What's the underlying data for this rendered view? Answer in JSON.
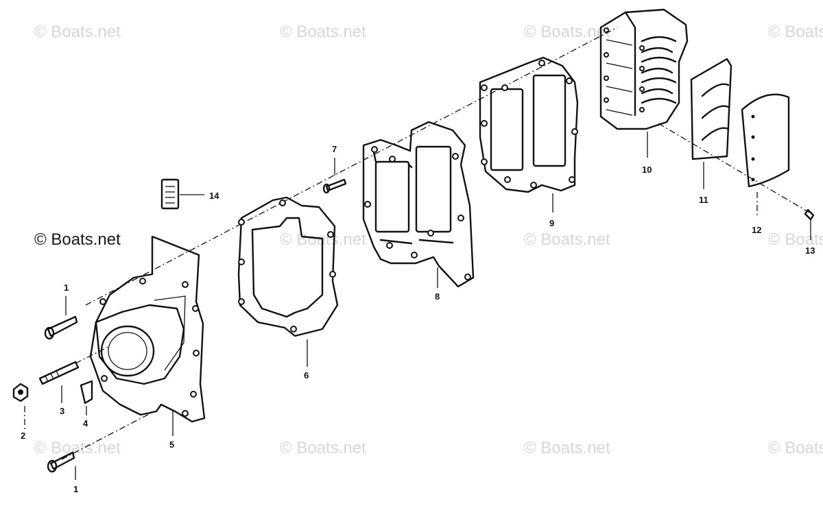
{
  "watermark": {
    "text": "© Boats.net",
    "color": "#d6d6d6",
    "emphasis_color": "#1a1a1a"
  },
  "callouts": [
    {
      "id": "1a",
      "label": "1"
    },
    {
      "id": "1b",
      "label": "1"
    },
    {
      "id": "2",
      "label": "2"
    },
    {
      "id": "3",
      "label": "3"
    },
    {
      "id": "4",
      "label": "4"
    },
    {
      "id": "5",
      "label": "5"
    },
    {
      "id": "6",
      "label": "6"
    },
    {
      "id": "7",
      "label": "7"
    },
    {
      "id": "8",
      "label": "8"
    },
    {
      "id": "9",
      "label": "9"
    },
    {
      "id": "10",
      "label": "10"
    },
    {
      "id": "11",
      "label": "11"
    },
    {
      "id": "12",
      "label": "12"
    },
    {
      "id": "13",
      "label": "13"
    },
    {
      "id": "14",
      "label": "14"
    }
  ]
}
